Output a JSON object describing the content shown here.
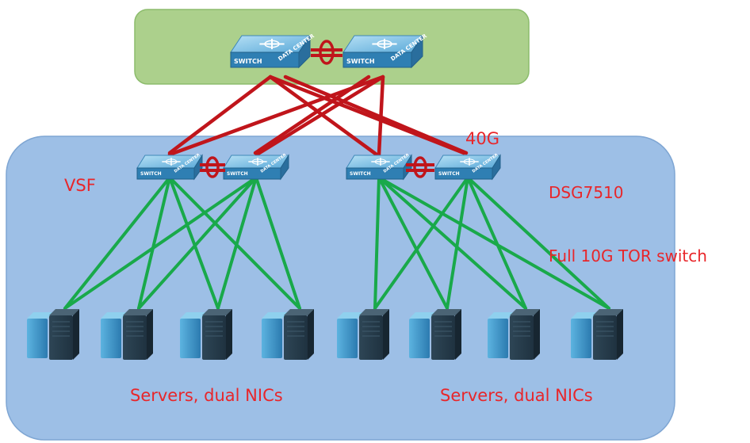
{
  "labels": {
    "vsf": "VSF",
    "uplink_speed": "40G",
    "model": "DSG7510",
    "tor_description": "Full 10G TOR switch",
    "servers_left": "Servers, dual NICs",
    "servers_right": "Servers, dual NICs"
  },
  "switch_text": {
    "line1": "SWITCH",
    "line2a": "DATA",
    "line2b": "CENTER"
  },
  "colors": {
    "core_zone_fill": "#acd08c",
    "core_zone_stroke": "#8cbc6c",
    "access_zone_fill": "#9dbfe6",
    "access_zone_stroke": "#7fa6d3",
    "uplink": "#c0151b",
    "downlink": "#19a94a",
    "label": "#e8262a",
    "switch_top": "#7fc2e6",
    "switch_side": "#2f7fb3",
    "server_dark": "#2b3f4f",
    "server_light": "#3a8fc0"
  },
  "icons": [
    "switch-icon",
    "server-icon",
    "link-aggregation-icon"
  ]
}
